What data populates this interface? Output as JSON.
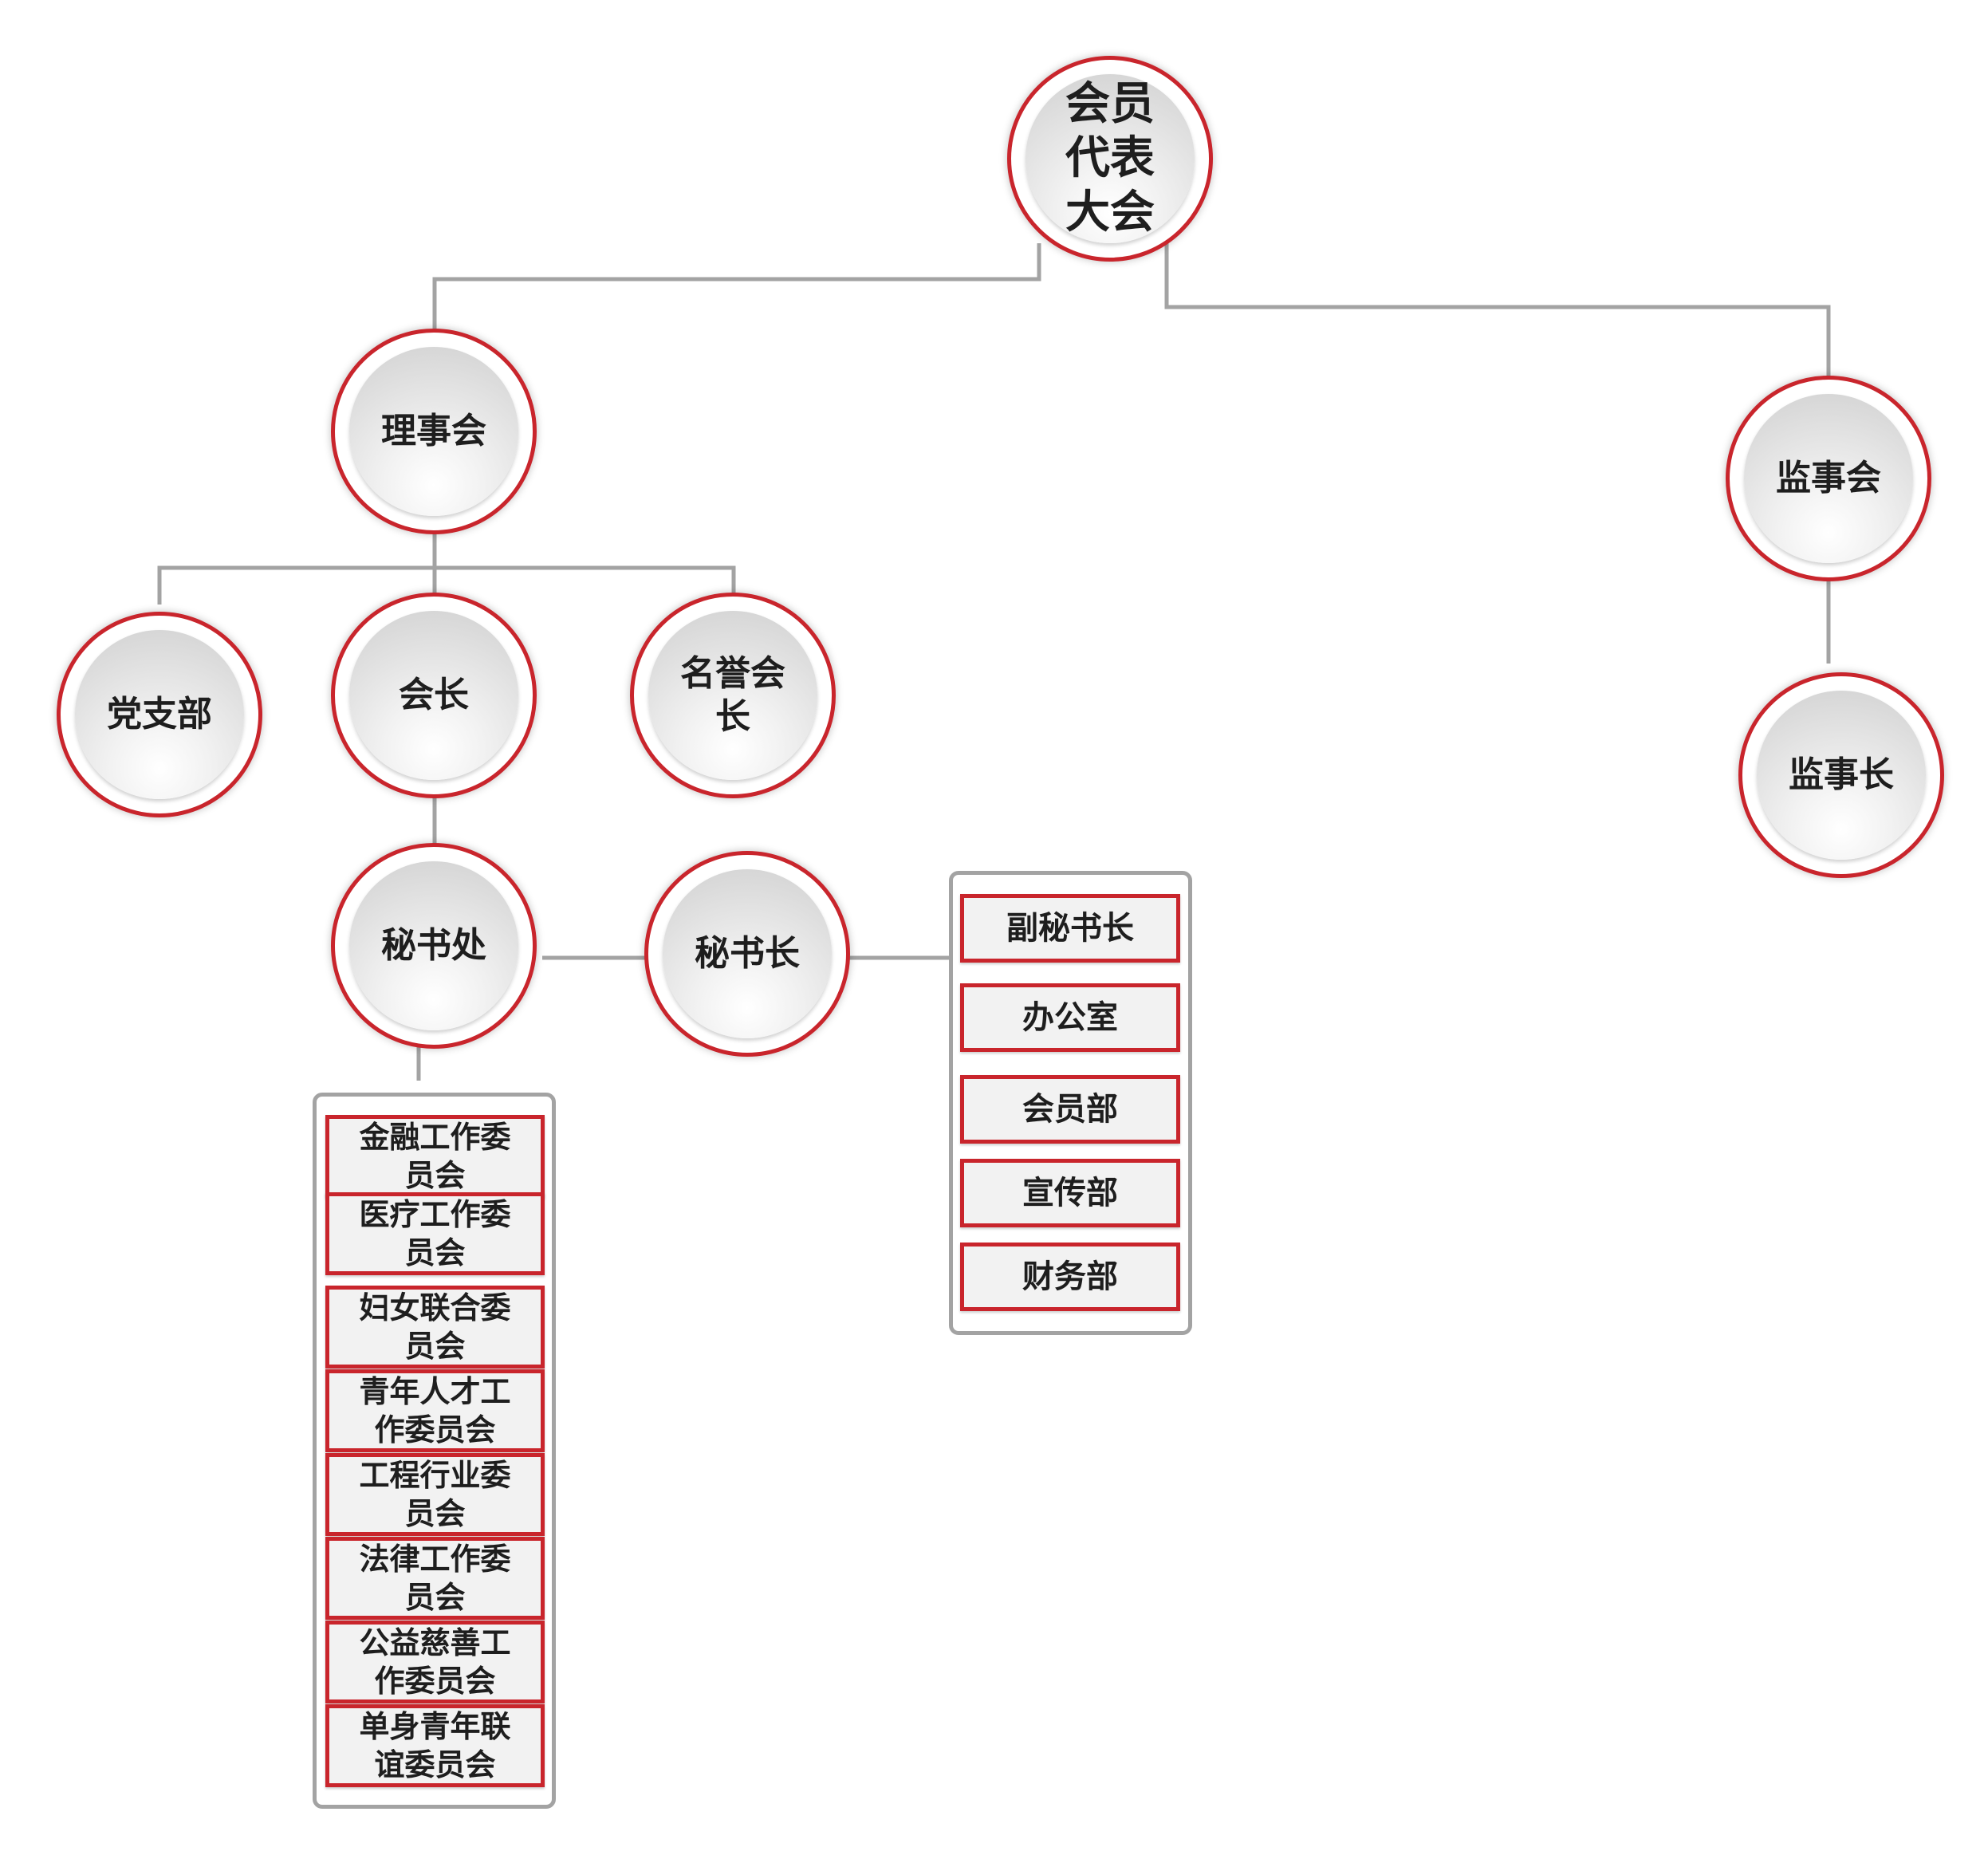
{
  "nodes": {
    "assembly": "会员代表大会",
    "council": "理事会",
    "supervisory_board": "监事会",
    "supervisor": "监事长",
    "party_branch": "党支部",
    "president": "会长",
    "honorary_president": "名誉会长",
    "secretariat": "秘书处",
    "secretary_general": "秘书长"
  },
  "secretariat_committees": [
    "金融工作委员会",
    "医疗工作委员会",
    "妇女联合委员会",
    "青年人才工作委员会",
    "工程行业委员会",
    "法律工作委员会",
    "公益慈善工作委员会",
    "单身青年联谊委员会"
  ],
  "secretary_departments": [
    "副秘书长",
    "办公室",
    "会员部",
    "宣传部",
    "财务部"
  ],
  "colors": {
    "accent": "#c9252c",
    "connector": "#a3a3a3",
    "node_fill": "#e6e6e6",
    "box_fill": "#f2f2f2"
  }
}
